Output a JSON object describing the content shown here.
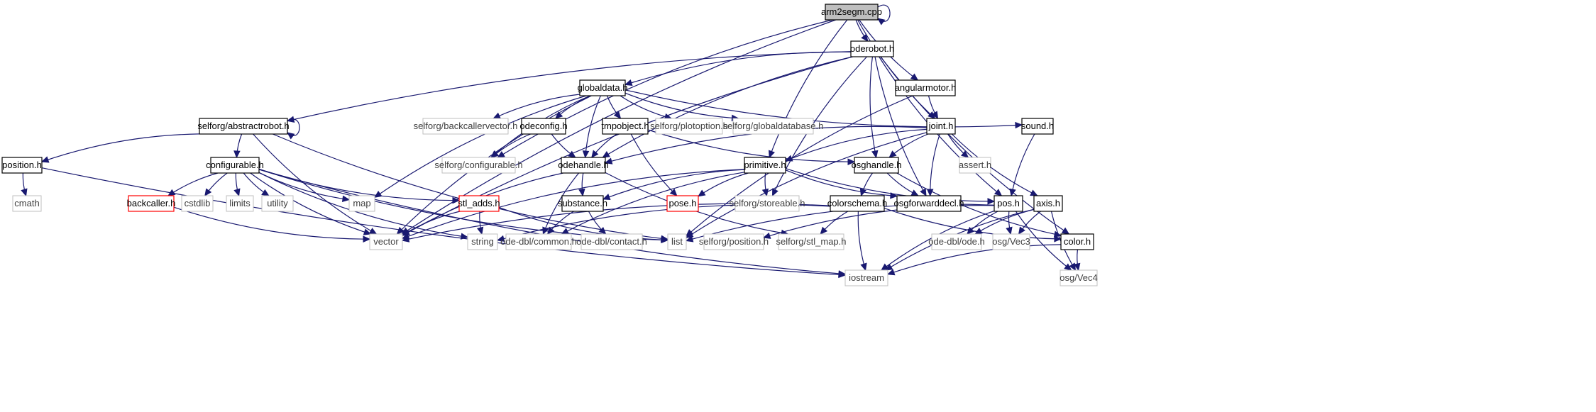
{
  "graph": {
    "nodes": [
      {
        "id": "arm2segm",
        "label": "arm2segm.cpp",
        "style": "root"
      },
      {
        "id": "oderobot",
        "label": "oderobot.h",
        "style": "normal"
      },
      {
        "id": "globaldata",
        "label": "globaldata.h",
        "style": "normal"
      },
      {
        "id": "angularmotor",
        "label": "angularmotor.h",
        "style": "normal"
      },
      {
        "id": "abstractrobot",
        "label": "selforg/abstractrobot.h",
        "style": "normal"
      },
      {
        "id": "backcallervector",
        "label": "selforg/backcallervector.h",
        "style": "gray"
      },
      {
        "id": "odeconfig",
        "label": "odeconfig.h",
        "style": "normal"
      },
      {
        "id": "tmpobject",
        "label": "tmpobject.h",
        "style": "normal"
      },
      {
        "id": "plotoption",
        "label": "selforg/plotoption.h",
        "style": "gray"
      },
      {
        "id": "globaldatabase",
        "label": "selforg/globaldatabase.h",
        "style": "gray"
      },
      {
        "id": "joint",
        "label": "joint.h",
        "style": "normal"
      },
      {
        "id": "sound",
        "label": "sound.h",
        "style": "normal"
      },
      {
        "id": "position",
        "label": "position.h",
        "style": "normal"
      },
      {
        "id": "configurable",
        "label": "configurable.h",
        "style": "normal"
      },
      {
        "id": "sfconfigurable",
        "label": "selforg/configurable.h",
        "style": "gray"
      },
      {
        "id": "odehandle",
        "label": "odehandle.h",
        "style": "normal"
      },
      {
        "id": "primitive",
        "label": "primitive.h",
        "style": "normal"
      },
      {
        "id": "osghandle",
        "label": "osghandle.h",
        "style": "normal"
      },
      {
        "id": "assert",
        "label": "assert.h",
        "style": "gray"
      },
      {
        "id": "cmath",
        "label": "cmath",
        "style": "gray"
      },
      {
        "id": "backcaller",
        "label": "backcaller.h",
        "style": "red"
      },
      {
        "id": "cstdlib",
        "label": "cstdlib",
        "style": "gray"
      },
      {
        "id": "limits",
        "label": "limits",
        "style": "gray"
      },
      {
        "id": "utility",
        "label": "utility",
        "style": "gray"
      },
      {
        "id": "map",
        "label": "map",
        "style": "gray"
      },
      {
        "id": "stl_adds",
        "label": "stl_adds.h",
        "style": "red"
      },
      {
        "id": "substance",
        "label": "substance.h",
        "style": "normal"
      },
      {
        "id": "pose",
        "label": "pose.h",
        "style": "red"
      },
      {
        "id": "storeable",
        "label": "selforg/storeable.h",
        "style": "gray"
      },
      {
        "id": "colorschema",
        "label": "colorschema.h",
        "style": "normal"
      },
      {
        "id": "osgforwarddecl",
        "label": "osgforwarddecl.h",
        "style": "normal"
      },
      {
        "id": "pos",
        "label": "pos.h",
        "style": "normal"
      },
      {
        "id": "axis",
        "label": "axis.h",
        "style": "normal"
      },
      {
        "id": "vector",
        "label": "vector",
        "style": "gray"
      },
      {
        "id": "string",
        "label": "string",
        "style": "gray"
      },
      {
        "id": "odecommon",
        "label": "ode-dbl/common.h",
        "style": "gray"
      },
      {
        "id": "odecontact",
        "label": "ode-dbl/contact.h",
        "style": "gray"
      },
      {
        "id": "list",
        "label": "list",
        "style": "gray"
      },
      {
        "id": "sfposition",
        "label": "selforg/position.h",
        "style": "gray"
      },
      {
        "id": "stlmap",
        "label": "selforg/stl_map.h",
        "style": "gray"
      },
      {
        "id": "odeode",
        "label": "ode-dbl/ode.h",
        "style": "gray"
      },
      {
        "id": "vec3",
        "label": "osg/Vec3",
        "style": "gray"
      },
      {
        "id": "color",
        "label": "color.h",
        "style": "normal"
      },
      {
        "id": "iostream",
        "label": "iostream",
        "style": "gray"
      },
      {
        "id": "vec4",
        "label": "osg/Vec4",
        "style": "gray"
      }
    ],
    "edges": [
      [
        "arm2segm",
        "arm2segm"
      ],
      [
        "arm2segm",
        "oderobot"
      ],
      [
        "arm2segm",
        "angularmotor"
      ],
      [
        "arm2segm",
        "joint"
      ],
      [
        "arm2segm",
        "primitive"
      ],
      [
        "arm2segm",
        "sfconfigurable"
      ],
      [
        "arm2segm",
        "vector"
      ],
      [
        "oderobot",
        "globaldata"
      ],
      [
        "oderobot",
        "abstractrobot"
      ],
      [
        "oderobot",
        "odehandle"
      ],
      [
        "oderobot",
        "osghandle"
      ],
      [
        "oderobot",
        "storeable"
      ],
      [
        "oderobot",
        "osgforwarddecl"
      ],
      [
        "oderobot",
        "pos"
      ],
      [
        "oderobot",
        "color"
      ],
      [
        "oderobot",
        "vector"
      ],
      [
        "globaldata",
        "backcallervector"
      ],
      [
        "globaldata",
        "odeconfig"
      ],
      [
        "globaldata",
        "tmpobject"
      ],
      [
        "globaldata",
        "plotoption"
      ],
      [
        "globaldata",
        "globaldatabase"
      ],
      [
        "globaldata",
        "sound"
      ],
      [
        "globaldata",
        "odehandle"
      ],
      [
        "globaldata",
        "sfconfigurable"
      ],
      [
        "globaldata",
        "map"
      ],
      [
        "globaldata",
        "vector"
      ],
      [
        "angularmotor",
        "joint"
      ],
      [
        "angularmotor",
        "list"
      ],
      [
        "abstractrobot",
        "abstractrobot"
      ],
      [
        "abstractrobot",
        "position"
      ],
      [
        "abstractrobot",
        "configurable"
      ],
      [
        "abstractrobot",
        "list"
      ],
      [
        "abstractrobot",
        "vector"
      ],
      [
        "odeconfig",
        "odehandle"
      ],
      [
        "odeconfig",
        "sfconfigurable"
      ],
      [
        "tmpobject",
        "odehandle"
      ],
      [
        "tmpobject",
        "osghandle"
      ],
      [
        "tmpobject",
        "pose"
      ],
      [
        "joint",
        "primitive"
      ],
      [
        "joint",
        "osghandle"
      ],
      [
        "joint",
        "assert"
      ],
      [
        "joint",
        "axis"
      ],
      [
        "joint",
        "osgforwarddecl"
      ],
      [
        "joint",
        "odehandle"
      ],
      [
        "joint",
        "list"
      ],
      [
        "sound",
        "pos"
      ],
      [
        "position",
        "cmath"
      ],
      [
        "position",
        "iostream"
      ],
      [
        "configurable",
        "backcaller"
      ],
      [
        "configurable",
        "cstdlib"
      ],
      [
        "configurable",
        "limits"
      ],
      [
        "configurable",
        "utility"
      ],
      [
        "configurable",
        "map"
      ],
      [
        "configurable",
        "stl_adds"
      ],
      [
        "configurable",
        "list"
      ],
      [
        "configurable",
        "string"
      ],
      [
        "configurable",
        "vector"
      ],
      [
        "configurable",
        "iostream"
      ],
      [
        "odehandle",
        "substance"
      ],
      [
        "odehandle",
        "odecommon"
      ],
      [
        "odehandle",
        "stlmap"
      ],
      [
        "odehandle",
        "vector"
      ],
      [
        "primitive",
        "substance"
      ],
      [
        "primitive",
        "pose"
      ],
      [
        "primitive",
        "storeable"
      ],
      [
        "primitive",
        "osgforwarddecl"
      ],
      [
        "primitive",
        "pos"
      ],
      [
        "primitive",
        "odecommon"
      ],
      [
        "primitive",
        "vector"
      ],
      [
        "osghandle",
        "colorschema"
      ],
      [
        "osghandle",
        "osgforwarddecl"
      ],
      [
        "osghandle",
        "color"
      ],
      [
        "backcaller",
        "vector"
      ],
      [
        "stl_adds",
        "vector"
      ],
      [
        "stl_adds",
        "string"
      ],
      [
        "stl_adds",
        "list"
      ],
      [
        "substance",
        "odecommon"
      ],
      [
        "substance",
        "odecontact"
      ],
      [
        "colorschema",
        "color"
      ],
      [
        "colorschema",
        "stlmap"
      ],
      [
        "colorschema",
        "vector"
      ],
      [
        "colorschema",
        "string"
      ],
      [
        "colorschema",
        "iostream"
      ],
      [
        "pos",
        "odeode"
      ],
      [
        "pos",
        "vec3"
      ],
      [
        "pos",
        "vec4"
      ],
      [
        "pos",
        "iostream"
      ],
      [
        "pos",
        "sfposition"
      ],
      [
        "pos",
        "list"
      ],
      [
        "axis",
        "odeode"
      ],
      [
        "axis",
        "vec3"
      ],
      [
        "axis",
        "vec4"
      ],
      [
        "axis",
        "iostream"
      ],
      [
        "color",
        "vec4"
      ],
      [
        "color",
        "iostream"
      ]
    ]
  },
  "colors": {
    "edge": "#191970",
    "root_fill": "#bfbfbf",
    "normal_border": "#000000",
    "gray_border": "#bfbfbf",
    "gray_text": "#404040",
    "red_border": "#ff0000"
  }
}
